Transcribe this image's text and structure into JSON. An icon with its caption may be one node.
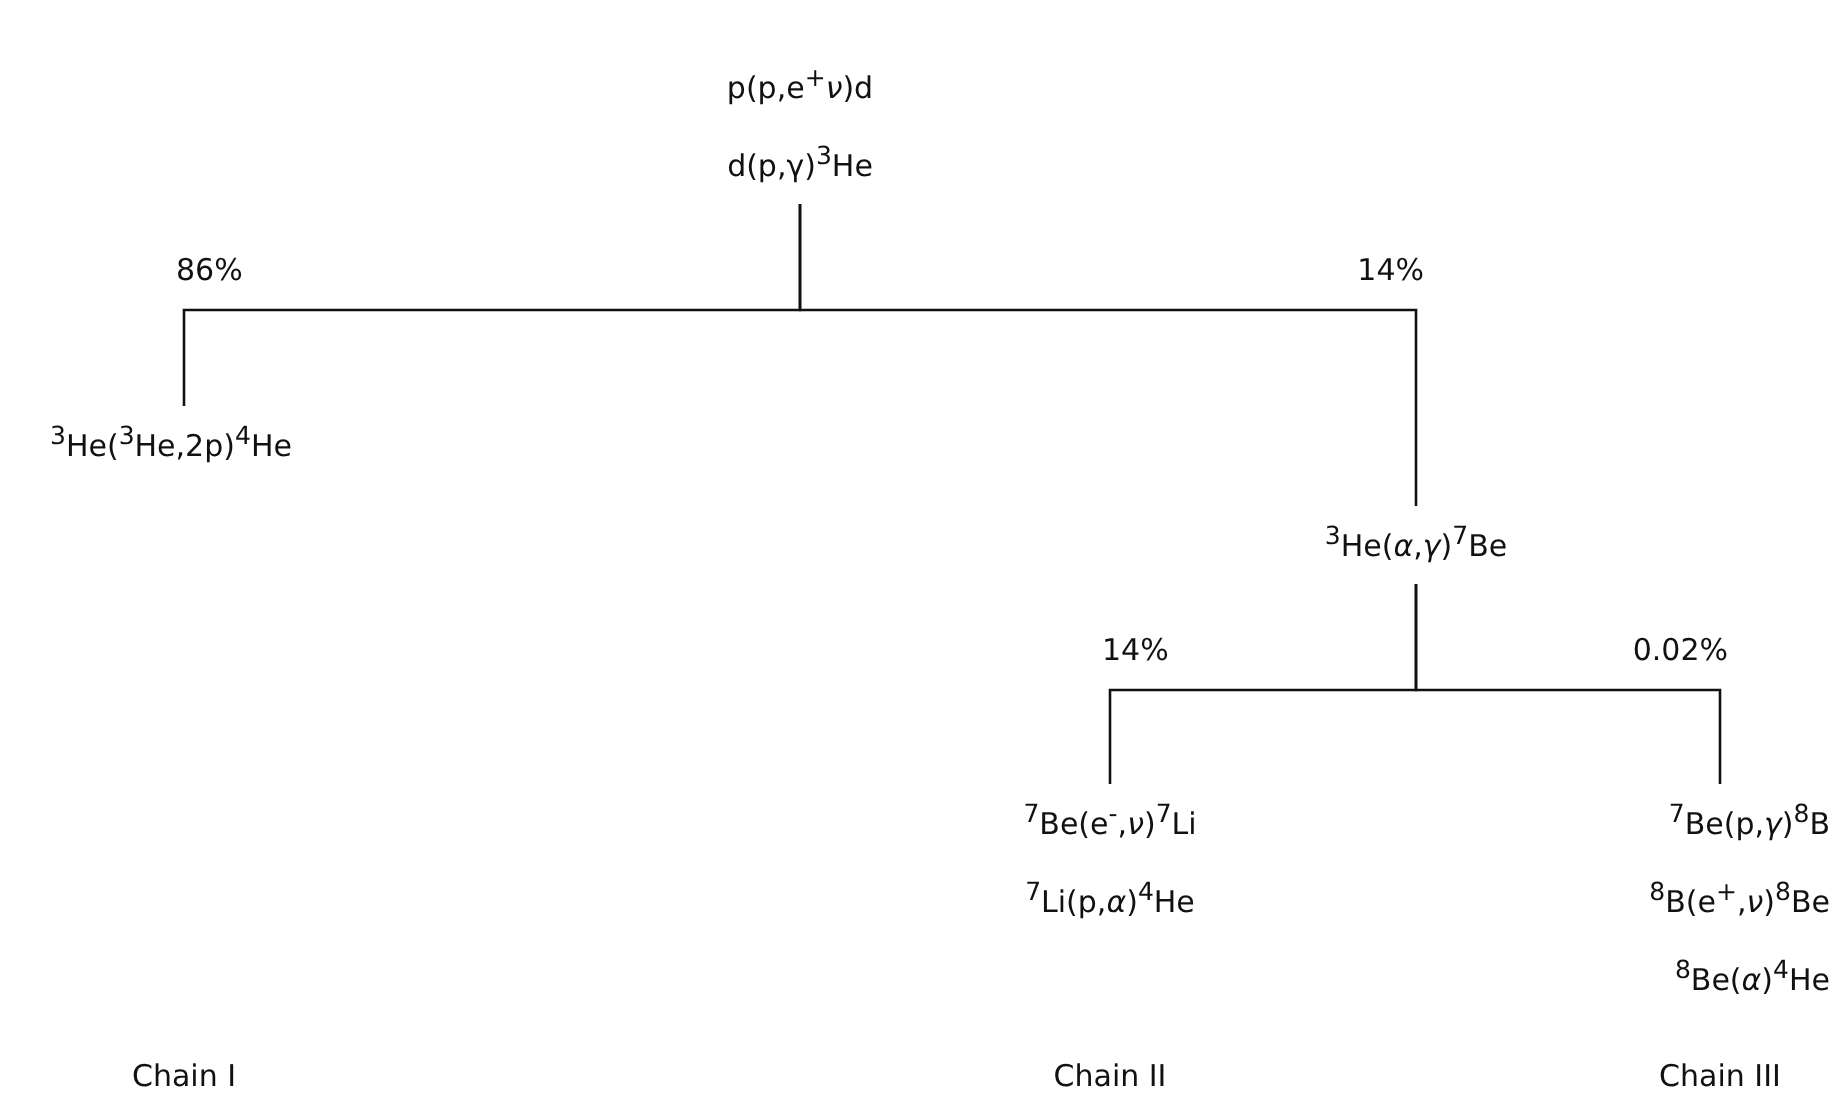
{
  "diagram": {
    "nodes": [
      {
        "text": [
          "p(p,e$^{+}$*ν*)d",
          "d(p,γ)$^{3}$He"
        ]
      },
      {
        "text": [
          "$^{3}$He($^{3}$He,2p)$^{4}$He"
        ]
      },
      {
        "text": [
          "$^{3}$He(*α*,*γ*)$^{7}$Be"
        ]
      },
      {
        "text": [
          "$^{7}$Be(e$^{-}$,*ν*)$^{7}$Li",
          "$^{7}$Li(p,*α*)$^{4}$He"
        ]
      },
      {
        "text": [
          "$^{7}$Be(p,*γ*)$^{8}$B",
          "$^{8}$B(e$^{+}$,*ν*)$^{8}$Be",
          "$^{8}$Be(*α*)$^{4}$He"
        ]
      }
    ],
    "edges": [
      {
        "from": 0,
        "to": 1,
        "arrow": "none",
        "label": "86%"
      },
      {
        "from": 0,
        "to": 2,
        "arrow": "none",
        "label": "14%"
      },
      {
        "from": 2,
        "to": 3,
        "arrow": "none",
        "label": "14%"
      },
      {
        "from": 2,
        "to": 4,
        "arrow": "none",
        "label": "0.02%"
      }
    ],
    "labels": [
      "Chain I",
      "Chain II",
      "Chain III"
    ]
  }
}
